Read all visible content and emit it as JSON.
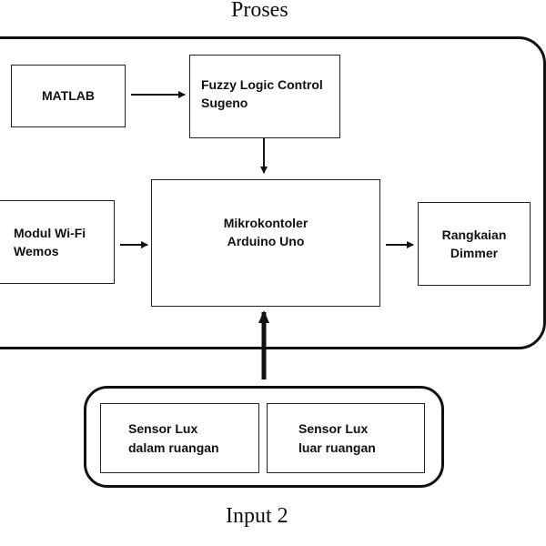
{
  "labels": {
    "proses": "Proses",
    "input2": "Input 2"
  },
  "nodes": {
    "matlab": {
      "line1": "MATLAB"
    },
    "fuzzy": {
      "line1": "Fuzzy Logic Control",
      "line2": "Sugeno"
    },
    "wemos": {
      "line1": "Modul Wi-Fi",
      "line2": "Wemos"
    },
    "arduino": {
      "line1": "Mikrokontoler",
      "line2": "Arduino Uno"
    },
    "dimmer": {
      "line1": "Rangkaian",
      "line2": "Dimmer"
    },
    "sensor_dalam": {
      "line1": "Sensor Lux",
      "line2": "dalam ruangan"
    },
    "sensor_luar": {
      "line1": "Sensor Lux",
      "line2": "luar ruangan"
    }
  },
  "edges": [
    {
      "from": "matlab",
      "to": "fuzzy"
    },
    {
      "from": "fuzzy",
      "to": "arduino"
    },
    {
      "from": "wemos",
      "to": "arduino"
    },
    {
      "from": "arduino",
      "to": "dimmer"
    },
    {
      "from": "input2",
      "to": "arduino"
    }
  ]
}
